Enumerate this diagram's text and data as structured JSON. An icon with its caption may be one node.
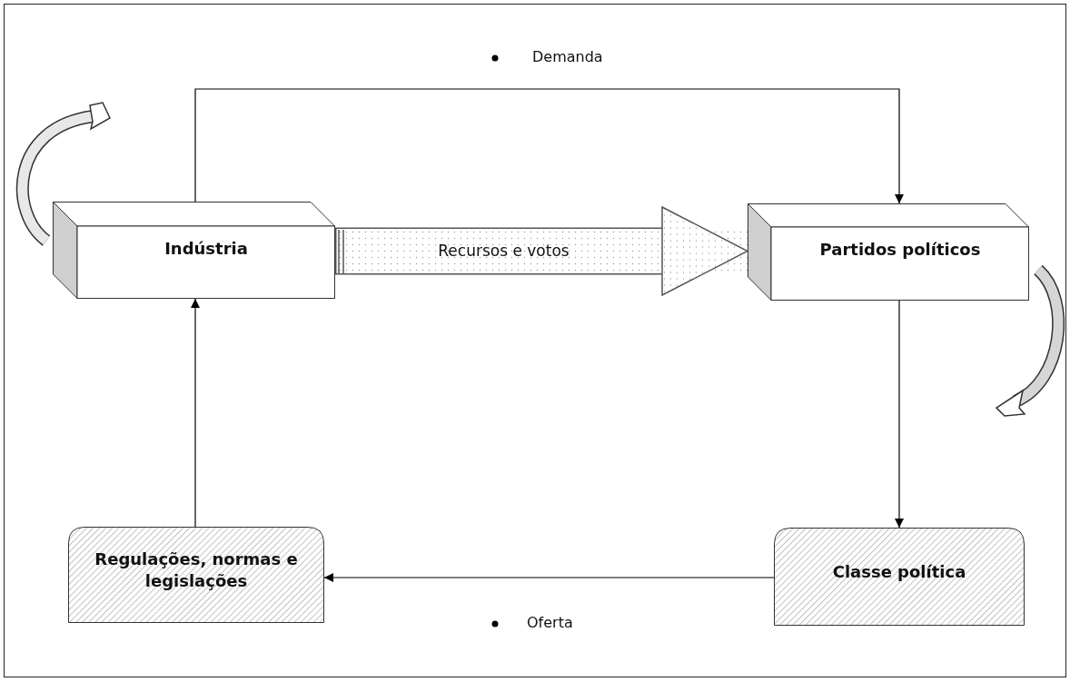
{
  "diagram": {
    "nodes": [
      {
        "text": [
          "Indústria"
        ]
      },
      {
        "text": [
          "Partidos políticos"
        ]
      },
      {
        "text": [
          "Classe política"
        ]
      },
      {
        "text": [
          "Regulações, normas e legislações"
        ]
      }
    ],
    "edges": [
      {
        "from": 0,
        "to": 1,
        "arrow": "to"
      },
      {
        "from": 0,
        "to": 1,
        "arrow": "to",
        "label": "Recursos e votos",
        "style": "thick"
      },
      {
        "from": 1,
        "to": 2,
        "arrow": "to"
      },
      {
        "from": 2,
        "to": 3,
        "arrow": "to"
      },
      {
        "from": 3,
        "to": 0,
        "arrow": "to"
      }
    ],
    "labels": [
      "Demanda",
      "Oferta"
    ]
  }
}
